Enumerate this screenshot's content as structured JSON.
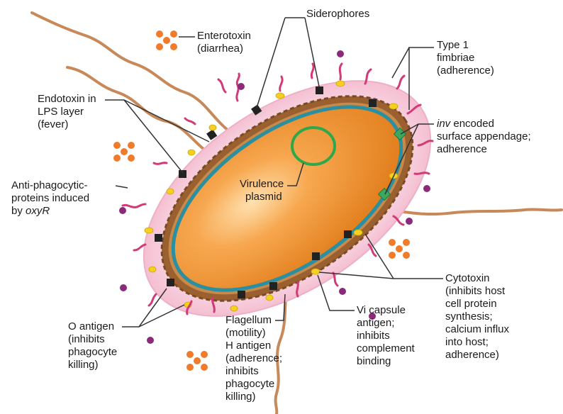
{
  "labels": {
    "siderophores": [
      "Siderophores"
    ],
    "enterotoxin": [
      "Enterotoxin",
      "(diarrhea)"
    ],
    "type1_fimbriae": [
      "Type 1",
      "fimbriae",
      "(adherence)"
    ],
    "endotoxin": [
      "Endotoxin in",
      "LPS layer",
      "(fever)"
    ],
    "inv_appendage": {
      "italic": "inv",
      "rest": " encoded",
      "lines": [
        "surface appendage;",
        "adherence"
      ]
    },
    "virulence_plasmid": [
      "Virulence",
      "plasmid"
    ],
    "anti_phagocytic": {
      "lines": [
        "Anti-phagocytic-",
        "proteins induced"
      ],
      "last_prefix": "by ",
      "last_italic": "oxyR"
    },
    "cytotoxin": [
      "Cytotoxin",
      "(inhibits host",
      "cell protein",
      "synthesis;",
      "calcium influx",
      "into host;",
      "adherence)"
    ],
    "o_antigen": [
      "O antigen",
      "(inhibits",
      "phagocyte",
      "killing)"
    ],
    "flagellum": [
      "Flagellum",
      "(motility)",
      "H antigen",
      "(adherence;",
      "inhibits",
      "phagocyte",
      "killing)"
    ],
    "vi_capsule": [
      "Vi capsule",
      "antigen;",
      "inhibits",
      "complement",
      "binding"
    ]
  },
  "colors": {
    "cytoplasm": "#f0902a",
    "cytoplasm_highlight": "#ffd9a0",
    "inner_membrane": "#2a8fa0",
    "outer_layer": "#9a6030",
    "capsule": "#f6c9d8",
    "fimbriae": "#d23a78",
    "flagella": "#c8895a",
    "enterotoxin": "#f07b2a",
    "siderophore": "#222222",
    "molecule": "#8a2a7a",
    "yellow_granule": "#f5d020",
    "plasmid": "#2ea84a",
    "appendage": "#3aa860",
    "leader_line": "#333333"
  }
}
